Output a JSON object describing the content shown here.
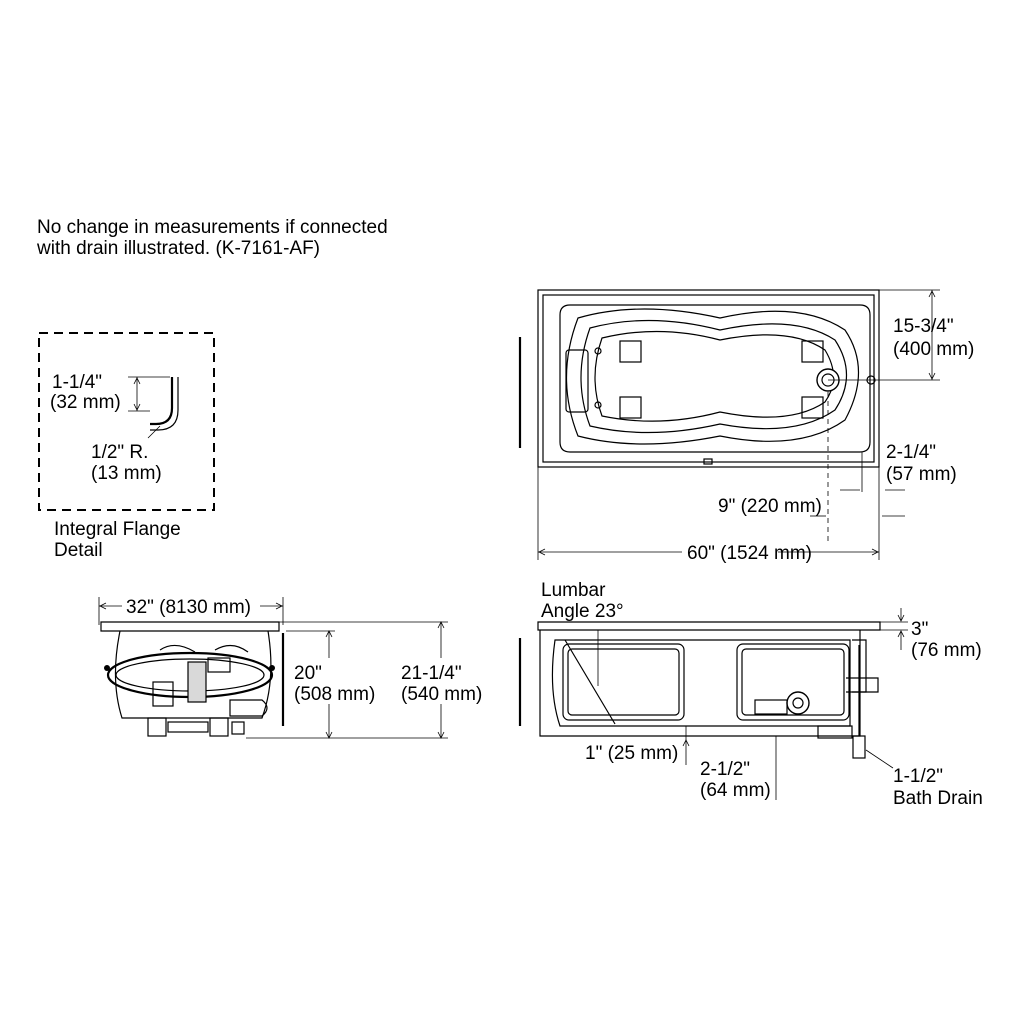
{
  "note": {
    "line1": "No change in measurements if connected",
    "line2": "with drain illustrated. (K-7161-AF)"
  },
  "flange_detail": {
    "height_imperial": "1-1/4\"",
    "height_metric": "(32 mm)",
    "radius_imperial": "1/2\" R.",
    "radius_metric": "(13 mm)",
    "caption_line1": "Integral Flange",
    "caption_line2": "Detail"
  },
  "plan_view": {
    "depth_imperial": "15-3/4\"",
    "depth_metric": "(400 mm)",
    "rim_imperial": "2-1/4\"",
    "rim_metric": "(57 mm)",
    "drain_offset": "9\" (220 mm)",
    "overall_length": "60\" (1524 mm)"
  },
  "end_view": {
    "width": "32\" (8130 mm)",
    "apron_imperial": "20\"",
    "apron_metric": "(508 mm)",
    "height_imperial": "21-1/4\"",
    "height_metric": "(540 mm)"
  },
  "side_view": {
    "lumbar_line1": "Lumbar",
    "lumbar_line2": "Angle 23°",
    "rim_imperial": "3\"",
    "rim_metric": "(76 mm)",
    "floor_gap": "1\" (25 mm)",
    "drain_height_imperial": "2-1/2\"",
    "drain_height_metric": "(64 mm)",
    "drain_size": "1-1/2\"",
    "drain_label": "Bath Drain"
  }
}
